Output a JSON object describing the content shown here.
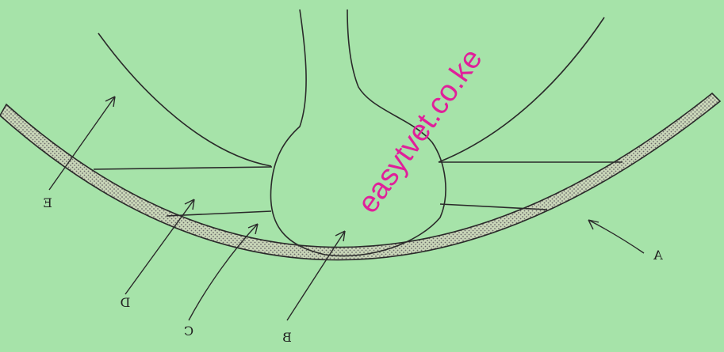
{
  "diagram": {
    "labels": {
      "a": "A",
      "b": "B",
      "c": "C",
      "d": "D",
      "e": "E"
    },
    "watermark": "easytvet.co.ke",
    "colors": {
      "background": "#a6e3a9",
      "line": "#2a2a2a",
      "watermark": "#e0209a"
    }
  }
}
